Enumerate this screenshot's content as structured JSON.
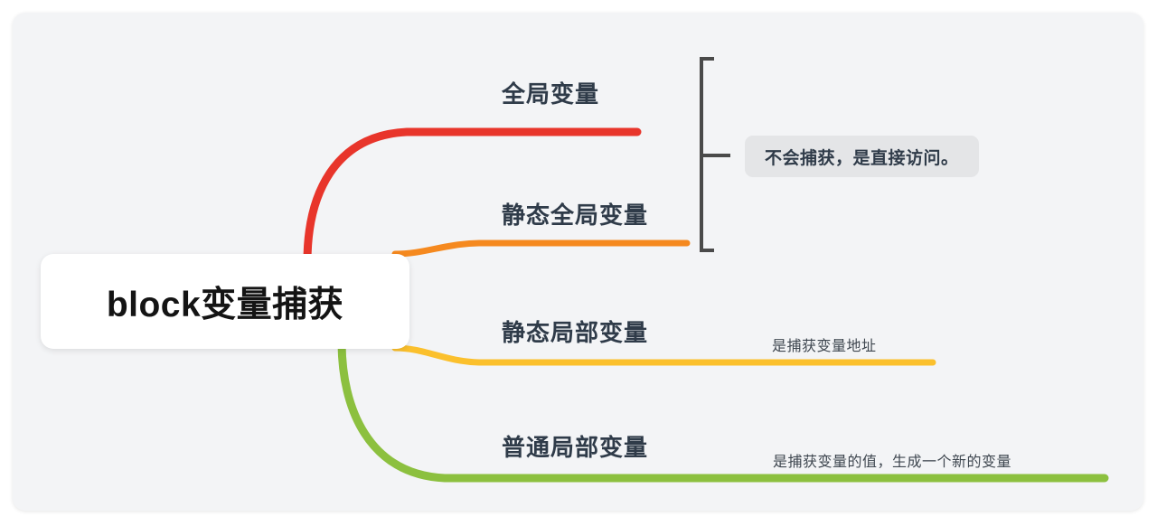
{
  "diagram": {
    "type": "mindmap",
    "root": {
      "label": "block变量捕获"
    },
    "branches": [
      {
        "id": "global-variable",
        "label": "全局变量",
        "color": "#e8352b",
        "note": ""
      },
      {
        "id": "static-global-variable",
        "label": "静态全局变量",
        "color": "#f5891f",
        "note": ""
      },
      {
        "id": "static-local-variable",
        "label": "静态局部变量",
        "color": "#fbc02d",
        "note": "是捕获变量地址"
      },
      {
        "id": "ordinary-local-variable",
        "label": "普通局部变量",
        "color": "#8cc03f",
        "note": "是捕获变量的值，生成一个新的变量"
      }
    ],
    "bracket": {
      "color": "#4a4a4a",
      "note": "不会捕获，是直接访问。"
    },
    "colors": {
      "page_background": "#ffffff",
      "canvas_background": "#f3f4f6",
      "root_background": "#ffffff",
      "root_text": "#141414",
      "topic_text": "#2f3b49",
      "note_text": "#3f4750",
      "note_box_background": "#e4e5e7"
    }
  }
}
